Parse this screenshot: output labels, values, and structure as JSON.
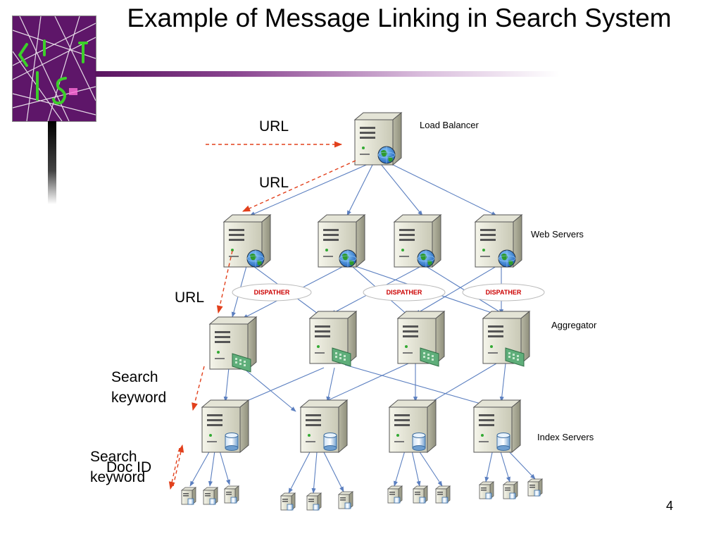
{
  "slide": {
    "title": "Example of Message Linking in Search System",
    "page_number": "4"
  },
  "tiers": {
    "load_balancer": "Load Balancer",
    "web_servers": "Web Servers",
    "aggregator": "Aggregator",
    "index_servers": "Index Servers"
  },
  "dispatchers": [
    "DISPATHER",
    "DISPATHER",
    "DISPATHER"
  ],
  "annotations": {
    "url_1": "URL",
    "url_2": "URL",
    "url_3": "URL",
    "search_keyword_1": "Search keyword",
    "search_keyword_2": "Search keyword",
    "doc_id": "Doc ID"
  },
  "colors": {
    "logo_bg": "#5e1669",
    "logo_glyph": "#3ccf2a",
    "connector": "#5b7fc0",
    "flow_arrow": "#e2401c",
    "dispatcher_text": "#cc0000"
  }
}
